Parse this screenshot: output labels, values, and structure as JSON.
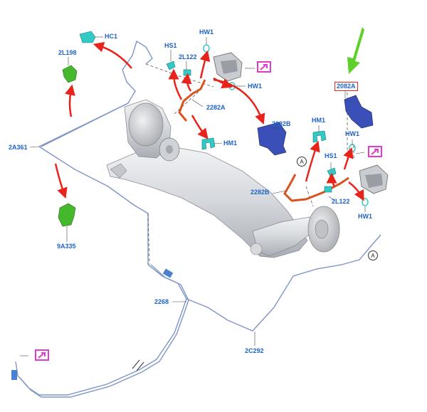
{
  "labels": {
    "hc1": "HC1",
    "l2l198": "2L198",
    "a2a361": "2A361",
    "a9a335": "9A335",
    "hw1_top": "HW1",
    "hs1_top": "HS1",
    "l2l122_top": "2L122",
    "hw1_mid": "HW1",
    "l2282a": "2282A",
    "hm1_left": "HM1",
    "l2082b": "2082B",
    "l2082a": "2082A",
    "hm1_right": "HM1",
    "hw1_right": "HW1",
    "hs1_right": "HS1",
    "l2282b": "2282B",
    "l2l122_right": "2L122",
    "hw1_bottom": "HW1",
    "l2268": "2268",
    "l2c292": "2C292",
    "circle_a1": "A",
    "circle_a2": "A"
  },
  "colors": {
    "label_blue": "#1e63c8",
    "highlight_red": "#e8231b",
    "callout_magenta": "#e03bd0",
    "arrow_green": "#5cd12a",
    "arrow_red": "#e8231b",
    "hose_orange": "#d9531e",
    "bracket_blue": "#3a4fb8",
    "clip_teal": "#33c9c4",
    "part_green": "#46b82e"
  }
}
